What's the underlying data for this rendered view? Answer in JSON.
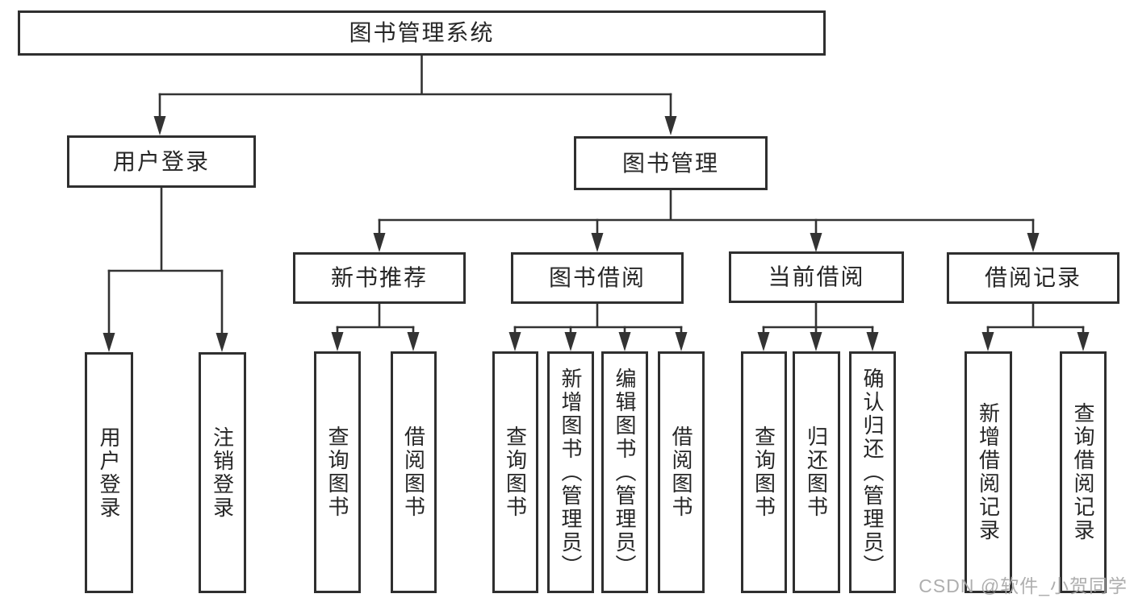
{
  "colors": {
    "background": "#ffffff",
    "line": "#333333",
    "box_border": "#2f2f2f",
    "text": "#262626",
    "watermark": "#a8a8a8"
  },
  "watermark": {
    "text": "CSDN @软件_小贺同学"
  },
  "nodes": {
    "root": {
      "label": "图书管理系统"
    },
    "user_login": {
      "label": "用户登录"
    },
    "book_management": {
      "label": "图书管理"
    },
    "new_book_recommend": {
      "label": "新书推荐"
    },
    "book_borrow": {
      "label": "图书借阅"
    },
    "current_borrow": {
      "label": "当前借阅"
    },
    "borrow_records": {
      "label": "借阅记录"
    },
    "leaf_user_login": {
      "label": "用户登录"
    },
    "leaf_logout": {
      "label": "注销登录"
    },
    "leaf_query_books_1": {
      "label": "查询图书"
    },
    "leaf_borrow_books_1": {
      "label": "借阅图书"
    },
    "leaf_query_books_2": {
      "label": "查询图书"
    },
    "leaf_add_books": {
      "label": "新增图书（管理员）"
    },
    "leaf_edit_books": {
      "label": "编辑图书（管理员）"
    },
    "leaf_borrow_books_2": {
      "label": "借阅图书"
    },
    "leaf_query_books_3": {
      "label": "查询图书"
    },
    "leaf_return_books": {
      "label": "归还图书"
    },
    "leaf_confirm_return": {
      "label": "确认归还（管理员）"
    },
    "leaf_add_borrow_record": {
      "label": "新增借阅记录"
    },
    "leaf_query_borrow_record": {
      "label": "查询借阅记录"
    }
  }
}
